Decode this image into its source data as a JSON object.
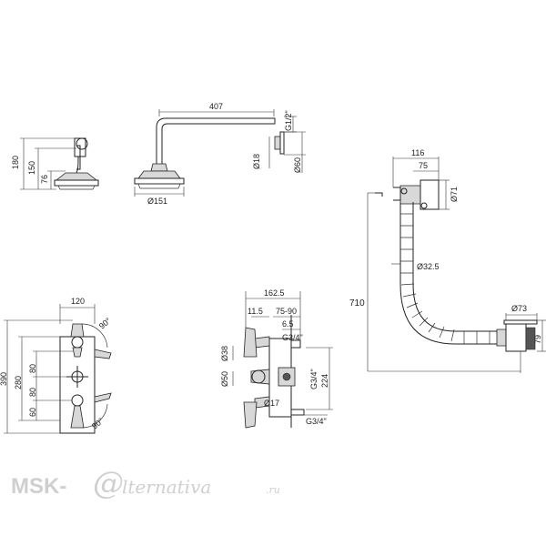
{
  "labels": {
    "d180": "180",
    "d150": "150",
    "d76": "76",
    "d407": "407",
    "g12": "G1/2\"",
    "d18": "Ø18",
    "d60": "Ø60",
    "d151": "Ø151",
    "d116": "116",
    "d75": "75",
    "d71": "Ø71",
    "d325": "Ø32.5",
    "d710": "710",
    "d73": "Ø73",
    "d79": "79",
    "d120": "120",
    "d390": "390",
    "d280": "280",
    "d80a": "80",
    "d80b": "80",
    "d60b": "60",
    "a90a": "90°",
    "a90b": "90°",
    "d1625": "162.5",
    "d115": "11.5",
    "d7590": "75-90",
    "d65": "6.5",
    "g34a": "G3/4\"",
    "d38": "Ø38",
    "d50": "Ø50",
    "d17": "Ø17",
    "g34b": "G3/4\"",
    "d224": "224",
    "g34c": "G3/4\""
  },
  "watermark": {
    "brand": "MSK-",
    "at": "@",
    "rest": "lternativa",
    "tld": ".ru"
  }
}
